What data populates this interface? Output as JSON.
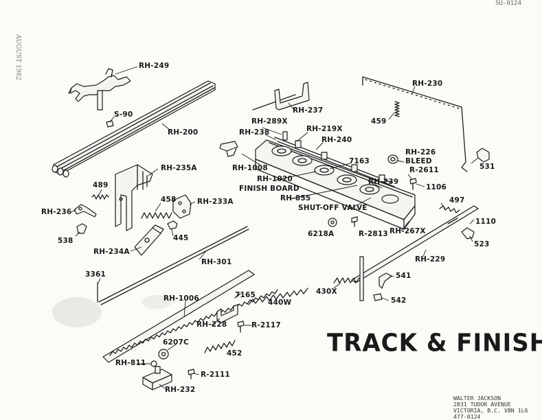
{
  "document": {
    "title": "TRACK & FINISH",
    "corner_code": "SU-0124",
    "date_stamp": "AUGUST 1982",
    "stamp": [
      "WALTER JACKSON",
      "2831 TUDOR AVENUE",
      "VICTORIA, B.C.  V8N 1L6",
      "477-0124"
    ]
  },
  "parts": {
    "rh249": "RH-249",
    "s90": "S-90",
    "rh200": "RH-200",
    "rh237": "RH-237",
    "rh230": "RH-230",
    "p459": "459",
    "rh289x": "RH-289X",
    "rh238": "RH-238",
    "rh219x": "RH-219X",
    "rh240": "RH-240",
    "rh1008": "RH-1008",
    "rh1020": "RH-1020",
    "finish_board": "FINISH BOARD",
    "p7163": "7163",
    "rh226": "RH-226",
    "bleed": "BLEED",
    "r2611": "R-2611",
    "p1106": "1106",
    "p531": "531",
    "rh239": "RH-239",
    "rh855": "RH-855",
    "shutoff_valve": "SHUT-OFF VALVE",
    "rh235a": "RH-235A",
    "p489": "489",
    "p458": "458",
    "rh233a": "RH-233A",
    "rh236": "RH-236",
    "p538": "538",
    "p445": "445",
    "rh234a": "RH-234A",
    "rh301": "RH-301",
    "p6218a": "6218A",
    "r2813": "R-2813",
    "rh267x": "RH-267X",
    "p497": "497",
    "p1110": "1110",
    "p523": "523",
    "rh229": "RH-229",
    "p3361": "3361",
    "rh1006": "RH-1006",
    "p7165": "7165",
    "p440w": "440W",
    "p430x": "430X",
    "p541": "541",
    "p542": "542",
    "rh228": "RH-228",
    "r2117": "R-2117",
    "p6207c": "6207C",
    "p452": "452",
    "rh811": "RH-811",
    "r2111": "R-2111",
    "rh232": "RH-232"
  }
}
